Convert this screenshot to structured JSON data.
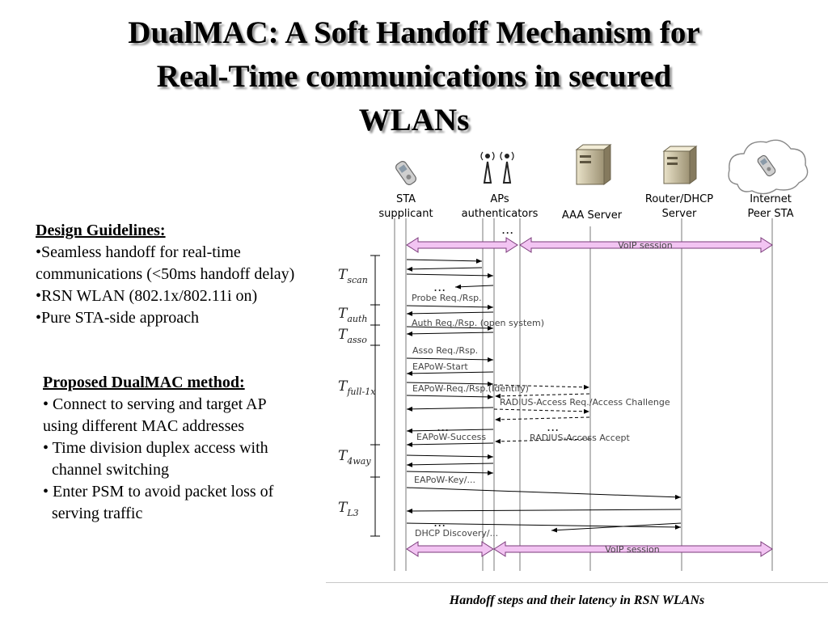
{
  "title": {
    "line1": "DualMAC: A Soft Handoff Mechanism for",
    "line2": "Real-Time communications in secured",
    "line3": "WLANs"
  },
  "guidelines": {
    "heading": "Design Guidelines:",
    "items": [
      "•Seamless handoff for real-time communications (<50ms handoff delay)",
      "•RSN WLAN (802.1x/802.11i on)",
      "•Pure STA-side approach"
    ]
  },
  "proposed": {
    "heading": "Proposed DualMAC method:",
    "items": [
      {
        "first": "• Connect to serving and target AP",
        "rest": "using different MAC addresses"
      },
      {
        "first": "• Time division duplex access with",
        "rest": "channel switching"
      },
      {
        "first": "• Enter PSM to avoid packet loss of",
        "rest": "serving traffic"
      }
    ]
  },
  "diagram": {
    "entities": [
      {
        "id": "sta",
        "line1": "STA",
        "line2": "supplicant",
        "icon": "phone-icon"
      },
      {
        "id": "aps",
        "line1": "APs",
        "line2": "authenticators",
        "icon": "antenna-icon"
      },
      {
        "id": "aaa",
        "line1": "AAA Server",
        "line2": "",
        "icon": "server-icon"
      },
      {
        "id": "router",
        "line1": "Router/DHCP",
        "line2": "Server",
        "icon": "server-icon"
      },
      {
        "id": "peer",
        "line1": "Internet",
        "line2": "Peer STA",
        "icon": "cloud-phone-icon"
      }
    ],
    "phases": [
      {
        "name": "T",
        "sub": "scan"
      },
      {
        "name": "T",
        "sub": "auth"
      },
      {
        "name": "T",
        "sub": "asso"
      },
      {
        "name": "T",
        "sub": "full-1x"
      },
      {
        "name": "T",
        "sub": "4way"
      },
      {
        "name": "T",
        "sub": "L3"
      }
    ],
    "messages": {
      "voip_top": "VoIP session",
      "probe": "Probe Req./Rsp.",
      "auth": "Auth Req./Rsp. (open system)",
      "asso": "Asso Req./Rsp.",
      "eapow_start": "EAPoW-Start",
      "eapow_req": "EAPoW-Req./Rsp.(Identify)",
      "radius_req": "RADIUS-Access Req./Access Challenge",
      "eapow_success": "EAPoW-Success",
      "radius_accept": "RADIUS-Access Accept",
      "eapow_key": "EAPoW-Key/...",
      "dhcp": "DHCP Discovery/...",
      "voip_bottom": "VoIP session",
      "ellipsis": "..."
    },
    "caption": "Handoff steps and their latency in RSN WLANs"
  }
}
